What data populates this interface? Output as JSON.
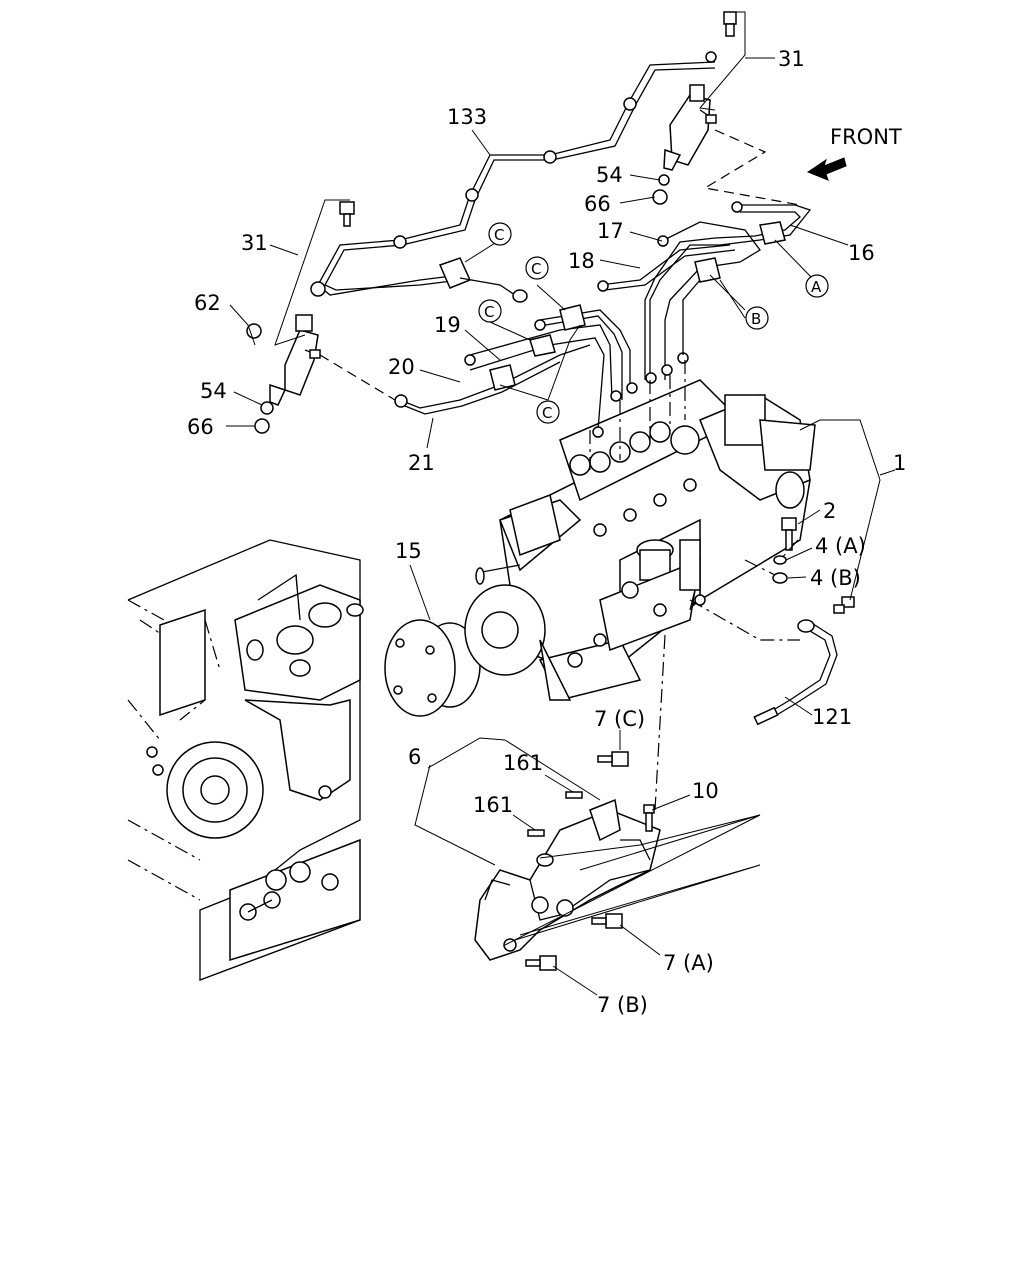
{
  "front_label": "FRONT",
  "callouts": {
    "c1": "1",
    "c2": "2",
    "c4a": "4 (A)",
    "c4b": "4 (B)",
    "c6": "6",
    "c7a": "7 (A)",
    "c7b": "7 (B)",
    "c7c": "7 (C)",
    "c10": "10",
    "c15": "15",
    "c16": "16",
    "c17": "17",
    "c18": "18",
    "c19": "19",
    "c20": "20",
    "c21": "21",
    "c31_top": "31",
    "c31_left": "31",
    "c54_top": "54",
    "c54_left": "54",
    "c62": "62",
    "c66_top": "66",
    "c66_left": "66",
    "c121": "121",
    "c133": "133",
    "c161_top": "161",
    "c161_bottom": "161"
  },
  "clamp_markers": {
    "a1": "A",
    "b1": "B",
    "c_top": "C",
    "c_upper": "C",
    "c_mid": "C",
    "c_low": "C"
  }
}
